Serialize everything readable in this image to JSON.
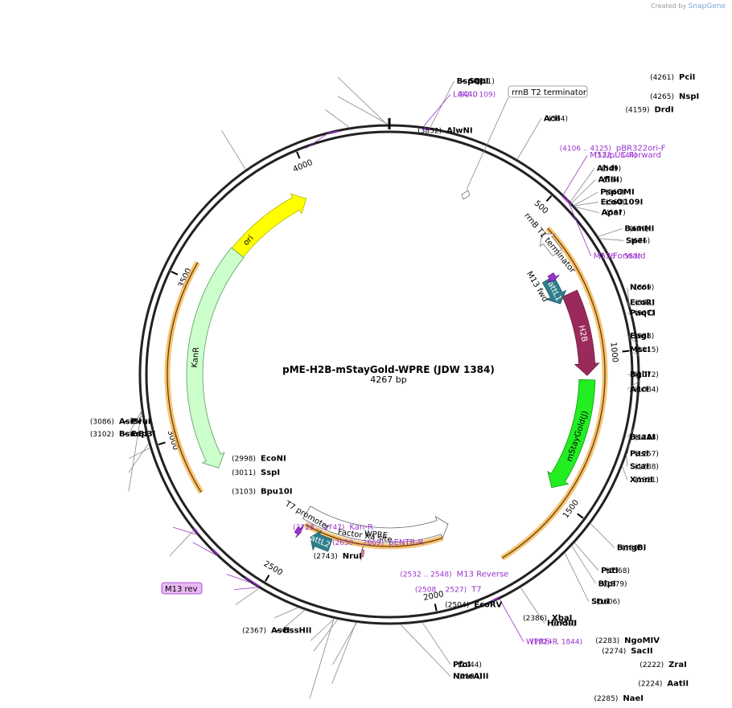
{
  "credit": {
    "prefix": "Created by",
    "brand": "SnapGene"
  },
  "plasmid": {
    "name": "pME-H2B-mStayGold-WPRE (JDW 1384)",
    "size_label": "4267 bp",
    "length": 4267
  },
  "ticks": [
    "500",
    "1000",
    "1500",
    "2000",
    "2500",
    "3000",
    "3500",
    "4000"
  ],
  "features": [
    {
      "label": "ori",
      "start": 3466,
      "end": 3968,
      "color": "#ffff00",
      "stroke": "#b3b300",
      "strand": "+"
    },
    {
      "label": "KanR",
      "start": 2860,
      "end": 3660,
      "color": "#ccffcc",
      "stroke": "#5a9a5a",
      "strand": "-"
    },
    {
      "label": "H2B",
      "start": 780,
      "end": 1070,
      "color": "#9b2a5c",
      "stroke": "#6b1a3c",
      "strand": "+"
    },
    {
      "label": "mStayGold(J)",
      "start": 1085,
      "end": 1480,
      "color": "#22ee22",
      "stroke": "#119911",
      "strand": "+"
    },
    {
      "label": "WPRE",
      "start": 1880,
      "end": 2500,
      "color": "#ffffff",
      "stroke": "#666666",
      "strand": "-"
    },
    {
      "label": "attL1",
      "start": 700,
      "end": 800,
      "color": "#2e7f8c",
      "stroke": "#1c5560",
      "strand": "+"
    },
    {
      "label": "attL2",
      "start": 2360,
      "end": 2440,
      "color": "#2e7f8c",
      "stroke": "#1c5560",
      "strand": "+"
    },
    {
      "label": "rrnB T1 terminator",
      "start": 560,
      "end": 640,
      "color": "#ffffff",
      "stroke": "#777777",
      "strand": "-"
    },
    {
      "label": "M13 fwd",
      "start": 690,
      "end": 715,
      "color": "#9933cc",
      "stroke": "#6a1f8f",
      "strand": "+"
    },
    {
      "label": "T7 promoter",
      "start": 2480,
      "end": 2500,
      "color": "#9933cc",
      "stroke": "#6a1f8f",
      "strand": "-"
    },
    {
      "label": "Factor Xa site",
      "start": 2230,
      "end": 2240,
      "color": "#d47fa6",
      "stroke": "#8a4a66",
      "strand": "+"
    }
  ],
  "orange_arcs": [
    {
      "start": 560,
      "end": 1760
    },
    {
      "start": 1920,
      "end": 2480
    },
    {
      "start": 1960,
      "end": 2440
    },
    {
      "start": 2820,
      "end": 3560
    }
  ],
  "rrnB_T2": {
    "label": "rrnB T2 terminator"
  },
  "m13rev_box": {
    "label": "M13 rev"
  },
  "enzymes": [
    {
      "name": "PciI",
      "pos": "(4261)",
      "side": "left"
    },
    {
      "name": "NspI",
      "pos": "(4265)",
      "side": "right"
    },
    {
      "name": "DrdI",
      "pos": "(4159)",
      "side": "left"
    },
    {
      "name": "BspQI",
      "extra": "SapI",
      "pos": "(111)",
      "side": "right"
    },
    {
      "name": "AlwNI",
      "pos": "(3852)",
      "side": "left"
    },
    {
      "name": "AciI",
      "pos": "(364)",
      "side": "right"
    },
    {
      "name": "AhdI",
      "pos": "(549)",
      "side": "right"
    },
    {
      "name": "AflIII",
      "pos": "(554)",
      "side": "right"
    },
    {
      "name": "PspOMI",
      "pos": "(563)",
      "side": "right"
    },
    {
      "name": "EcoO109I",
      "pos": "(564)",
      "side": "right"
    },
    {
      "name": "ApaI",
      "pos": "(567)",
      "side": "right"
    },
    {
      "name": "BamHI",
      "pos": "(670)",
      "side": "right"
    },
    {
      "name": "SpeI",
      "pos": "(676)",
      "side": "right"
    },
    {
      "name": "NcoI",
      "pos": "(869)",
      "side": "right"
    },
    {
      "name": "EcoRI",
      "pos": "(882)",
      "side": "right"
    },
    {
      "name": "PaqCI",
      "pos": "(907)",
      "side": "right"
    },
    {
      "name": "EagI",
      "pos": "(983)",
      "side": "right"
    },
    {
      "name": "MscI",
      "pos": "(1015)",
      "side": "right"
    },
    {
      "name": "BglII",
      "pos": "(1072)",
      "side": "right"
    },
    {
      "name": "AccI",
      "pos": "(1084)",
      "side": "right"
    },
    {
      "name": "BsaAI",
      "pos": "(1218)",
      "side": "right"
    },
    {
      "name": "PasI",
      "pos": "(1257)",
      "side": "right"
    },
    {
      "name": "ScaI",
      "pos": "(1288)",
      "side": "right"
    },
    {
      "name": "XmnI",
      "pos": "(1321)",
      "side": "right"
    },
    {
      "name": "BmgBI",
      "pos": "(1500)",
      "side": "right"
    },
    {
      "name": "PstI",
      "pos": "(1568)",
      "side": "right"
    },
    {
      "name": "BlpI",
      "pos": "(1579)",
      "side": "right"
    },
    {
      "name": "StuI",
      "pos": "(1606)",
      "side": "right"
    },
    {
      "name": "HindIII",
      "pos": "(1759)",
      "side": "right"
    },
    {
      "name": "PfoI",
      "pos": "(2044)",
      "side": "right"
    },
    {
      "name": "NmeAIII",
      "pos": "(2104)",
      "side": "right"
    },
    {
      "name": "ZraI",
      "pos": "(2222)",
      "side": "left"
    },
    {
      "name": "AatII",
      "pos": "(2224)",
      "side": "left"
    },
    {
      "name": "SacII",
      "pos": "(2274)",
      "side": "left"
    },
    {
      "name": "NgoMIV",
      "pos": "(2283)",
      "side": "left"
    },
    {
      "name": "NaeI",
      "pos": "(2285)",
      "side": "left"
    },
    {
      "name": "AscI",
      "extra": "BssHII",
      "pos": "(2367)",
      "side": "left"
    },
    {
      "name": "XbaI",
      "pos": "(2386)",
      "side": "left"
    },
    {
      "name": "EcoRV",
      "pos": "(2504)",
      "side": "left"
    },
    {
      "name": "NruI",
      "pos": "(2743)",
      "side": "left"
    },
    {
      "name": "EcoNI",
      "pos": "(2998)",
      "side": "left"
    },
    {
      "name": "SspI",
      "pos": "(3011)",
      "side": "left"
    },
    {
      "name": "AsiSI",
      "extra": "PvuI",
      "pos": "(3086)",
      "side": "left"
    },
    {
      "name": "BsmBI",
      "extra": "Esp3I",
      "pos": "(3102)",
      "side": "left"
    },
    {
      "name": "Bpu10I",
      "pos": "(3103)",
      "side": "left"
    }
  ],
  "primers": [
    {
      "name": "L4440",
      "range": "(92 .. 109)"
    },
    {
      "name": "pBR322ori-F",
      "range": "(4106 .. 4125)"
    },
    {
      "name": "M13/pUC Forward",
      "range": "(522 .. 544)"
    },
    {
      "name": "M13 Forward",
      "range": "(536 .. 553)"
    },
    {
      "name": "WPRE-R",
      "range": "(1824 .. 1844)"
    },
    {
      "name": "T7",
      "range": "(2508 .. 2527)"
    },
    {
      "name": "M13 Reverse",
      "range": "(2532 .. 2548)"
    },
    {
      "name": "pENTR-R",
      "range": "(2650 .. 2669)"
    },
    {
      "name": "Kan-R",
      "range": "(2728 .. 2747)"
    }
  ],
  "colors": {
    "backbone": "#222222",
    "primer": "#9933cc",
    "orange": "#f3b553"
  }
}
